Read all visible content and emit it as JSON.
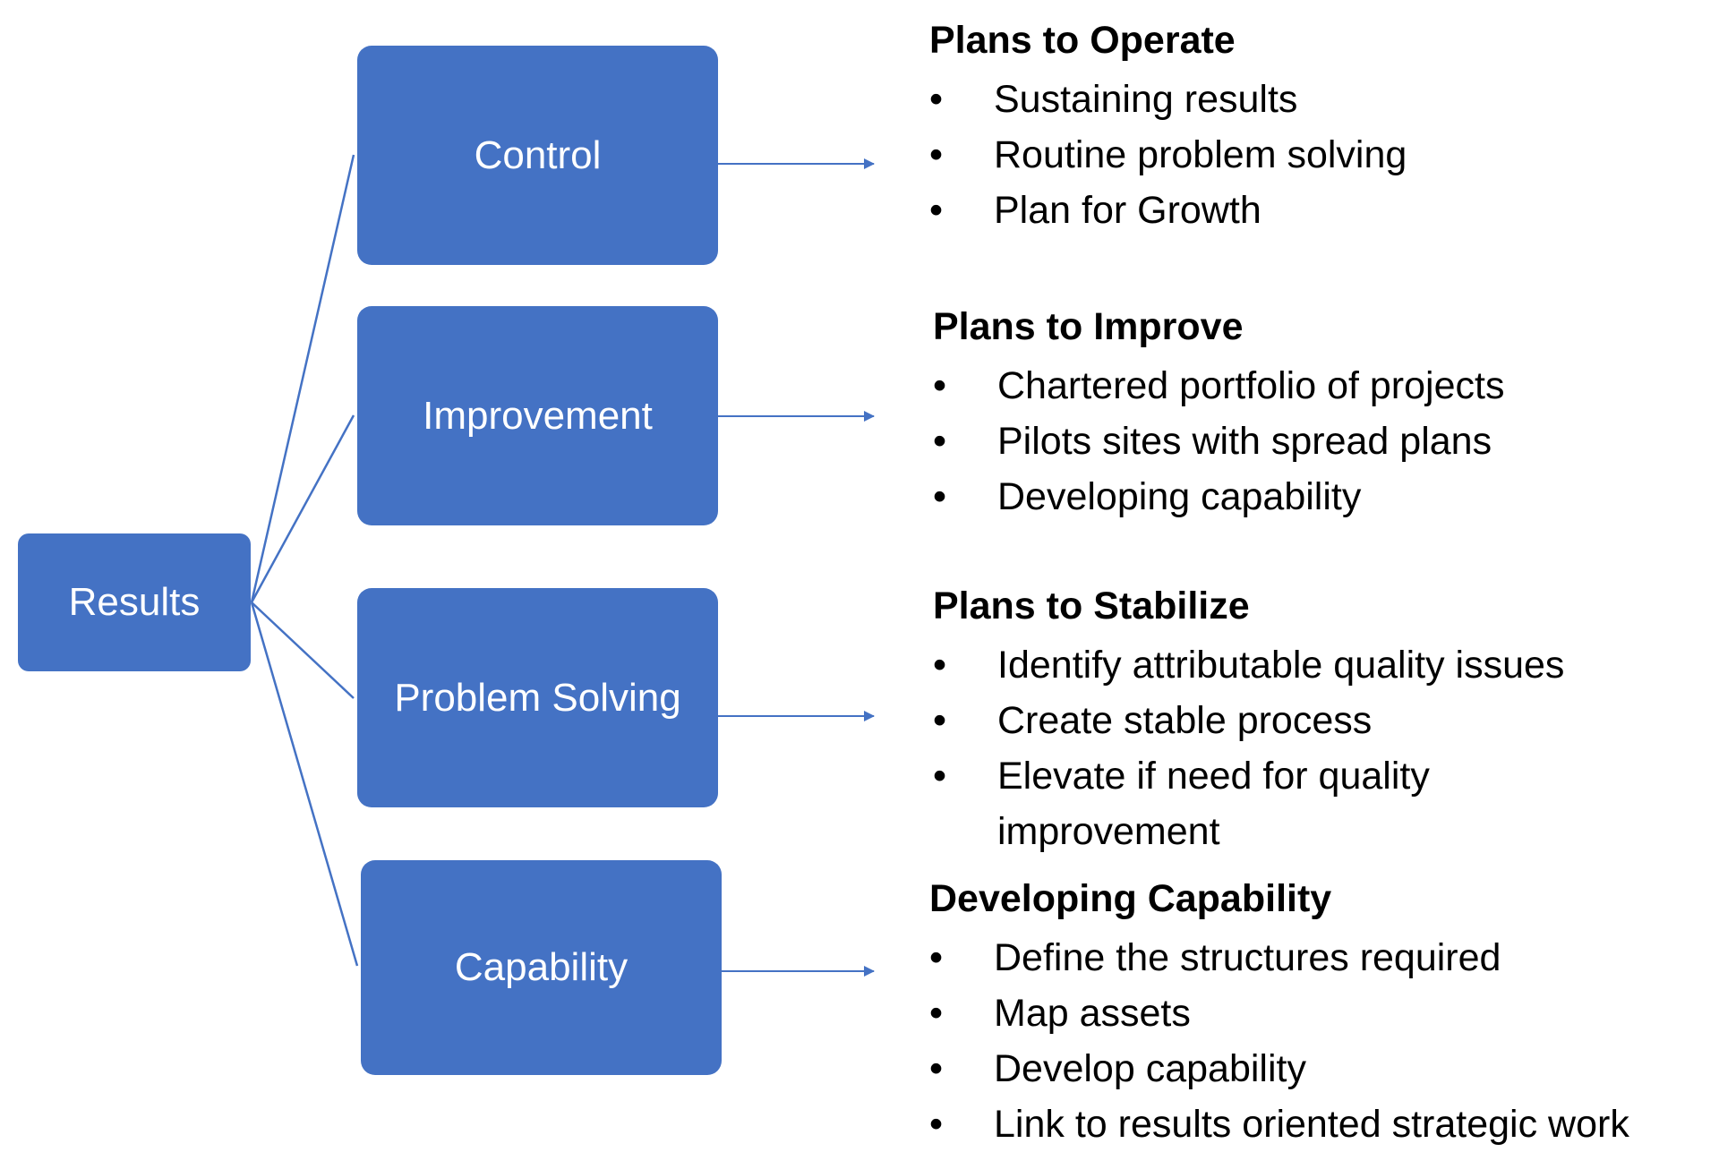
{
  "colors": {
    "node_fill": "#4472c4",
    "node_text": "#ffffff",
    "connector": "#4472c4",
    "text": "#000000"
  },
  "nodes": {
    "results": "Results",
    "control": "Control",
    "improvement": "Improvement",
    "problem_solving": "Problem Solving",
    "capability": "Capability"
  },
  "plans": {
    "operate": {
      "title": "Plans to Operate",
      "items": [
        "Sustaining results",
        "Routine problem solving",
        "Plan for Growth"
      ]
    },
    "improve": {
      "title": "Plans to Improve",
      "items": [
        "Chartered portfolio of projects",
        "Pilots sites with spread plans",
        "Developing capability"
      ]
    },
    "stabilize": {
      "title": "Plans to Stabilize",
      "items": [
        "Identify attributable quality issues",
        "Create stable process",
        "Elevate if need for quality improvement"
      ]
    },
    "capability": {
      "title": "Developing Capability",
      "items": [
        "Define the structures required",
        "Map assets",
        "Develop capability",
        "Link to results oriented strategic work"
      ]
    }
  },
  "bullet_symbol": "•"
}
